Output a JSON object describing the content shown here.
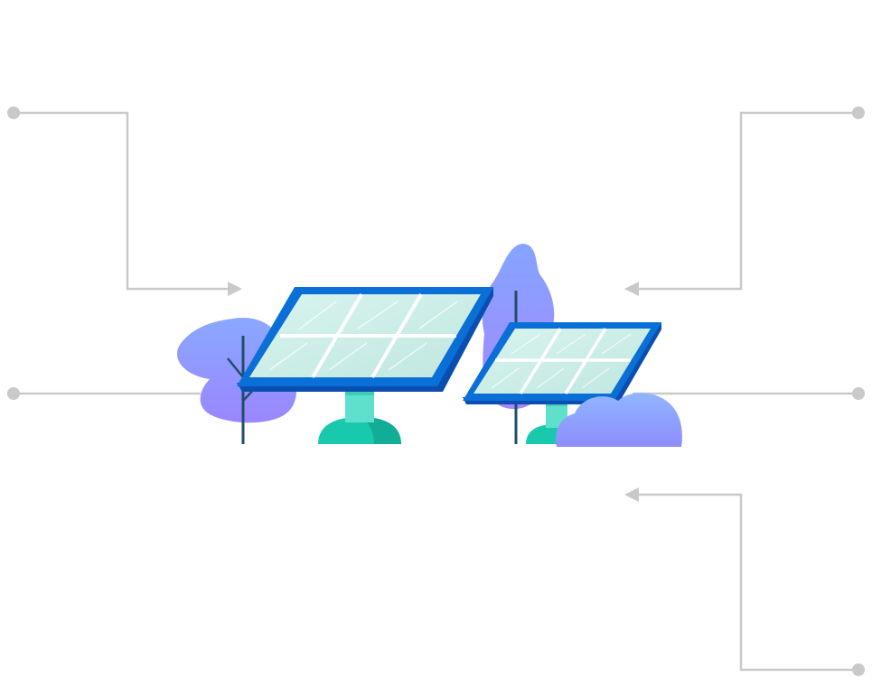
{
  "diagram": {
    "type": "infographic-connectors",
    "subject": "solar-panels",
    "connector_count": 5,
    "labels": []
  },
  "colors": {
    "connector": "#c9c9c9",
    "panel_frame": "#0a6fd6",
    "panel_frame_dark": "#0a4fb0",
    "panel_glass": "#cdeee8",
    "panel_grid": "#ffffff",
    "stand": "#5fe0cc",
    "stand_dark": "#16b9a4",
    "base": "#19c9ae",
    "tree_top": "#8aa8ff",
    "tree_bottom": "#9a86ff",
    "trunk": "#1f4e6b",
    "bush_top": "#8fb6ff",
    "bush_bottom": "#8f8cff"
  },
  "icons": {
    "large_panel": "solar-panel-icon",
    "small_panel": "solar-panel-icon",
    "tree": "tree-icon",
    "bush": "bush-icon"
  }
}
